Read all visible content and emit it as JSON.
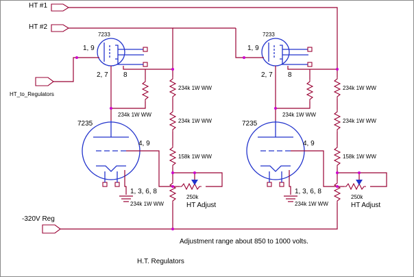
{
  "title": "H.T. Regulators",
  "note": "Adjustment range about 850 to 1000 volts.",
  "ports": {
    "ht1": "HT #1",
    "ht2": "HT #2",
    "ht_to_reg": "HT_to_Regulators",
    "neg_reg": "-320V Reg"
  },
  "channels": [
    {
      "triode": {
        "type": "7233",
        "pins_a": "1, 9",
        "pins_b": "2, 7",
        "pins_c": "8"
      },
      "pentode": {
        "type": "7235",
        "pins_grid": "4, 9",
        "pins_cath": "1, 3, 6, 8"
      },
      "resistors": {
        "r_grid": "234k 1W WW",
        "r_top": "234k 1W WW",
        "r_mid": "234k 1W WW",
        "r_low": "158k 1W WW",
        "r_bottom": "234k 1W WW",
        "pot_value": "250k",
        "pot_label": "HT Adjust"
      }
    },
    {
      "triode": {
        "type": "7233",
        "pins_a": "1, 9",
        "pins_b": "2, 7",
        "pins_c": "8"
      },
      "pentode": {
        "type": "7235",
        "pins_grid": "4, 9",
        "pins_cath": "1, 3, 6, 8"
      },
      "resistors": {
        "r_grid": "234k 1W WW",
        "r_top": "234k 1W WW",
        "r_mid": "234k 1W WW",
        "r_low": "158k 1W WW",
        "r_bottom": "234k 1W WW",
        "pot_value": "250k",
        "pot_label": "HT Adjust"
      }
    }
  ],
  "colors": {
    "wire": "#990033",
    "tube": "#2233cc",
    "junction": "#cc00cc"
  }
}
